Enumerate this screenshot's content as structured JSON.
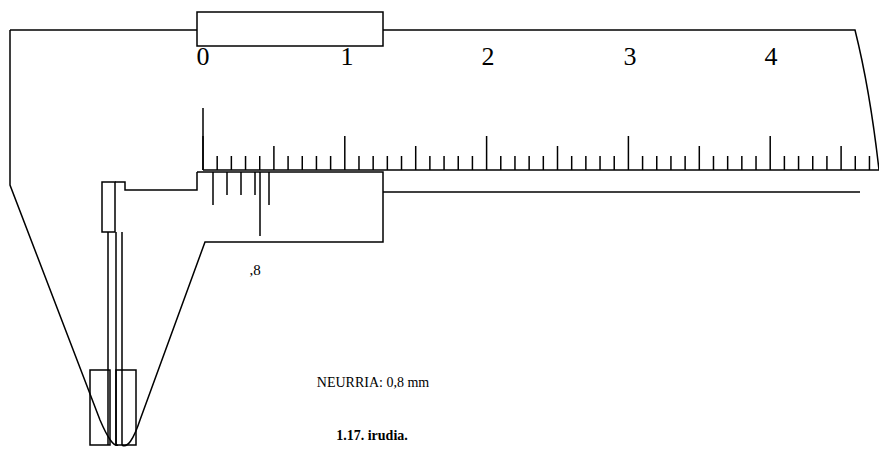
{
  "diagram": {
    "caption": "1.17. irudia.",
    "labels": [
      "0",
      "1",
      "2",
      "3",
      "4",
      ",8",
      "NEURRIA: 0,8 mm"
    ]
  }
}
